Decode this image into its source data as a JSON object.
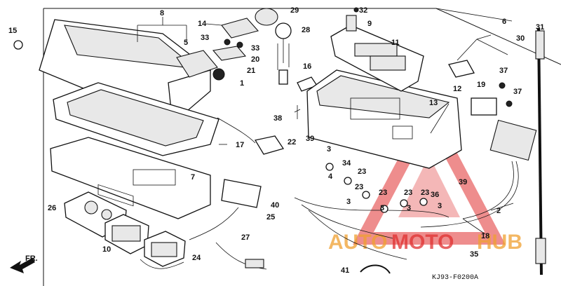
{
  "diagram": {
    "code": "KJ93-F0200A",
    "direction_label": "FR.",
    "watermark": {
      "part1": "AUTO",
      "part2": "MOTO",
      "part3": "HUB",
      "color_orange": "#f0a030",
      "color_red": "#e03030"
    },
    "labels": {
      "p1": "1",
      "p2": "2",
      "p3a": "3",
      "p3b": "3",
      "p3c": "3",
      "p3d": "3",
      "p3e": "3",
      "p4": "4",
      "p5": "5",
      "p6": "6",
      "p7": "7",
      "p8": "8",
      "p9": "9",
      "p10": "10",
      "p11": "11",
      "p12": "12",
      "p13": "13",
      "p14": "14",
      "p15": "15",
      "p16": "16",
      "p17": "17",
      "p18": "18",
      "p19": "19",
      "p20": "20",
      "p21": "21",
      "p22": "22",
      "p23a": "23",
      "p23b": "23",
      "p23c": "23",
      "p23d": "23",
      "p23e": "23",
      "p24": "24",
      "p25": "25",
      "p26": "26",
      "p27": "27",
      "p28": "28",
      "p29": "29",
      "p30": "30",
      "p31": "31",
      "p32": "32",
      "p33a": "33",
      "p33b": "33",
      "p34": "34",
      "p35": "35",
      "p36": "36",
      "p37a": "37",
      "p37b": "37",
      "p38": "38",
      "p39a": "39",
      "p39b": "39",
      "p40": "40",
      "p41": "41"
    }
  }
}
